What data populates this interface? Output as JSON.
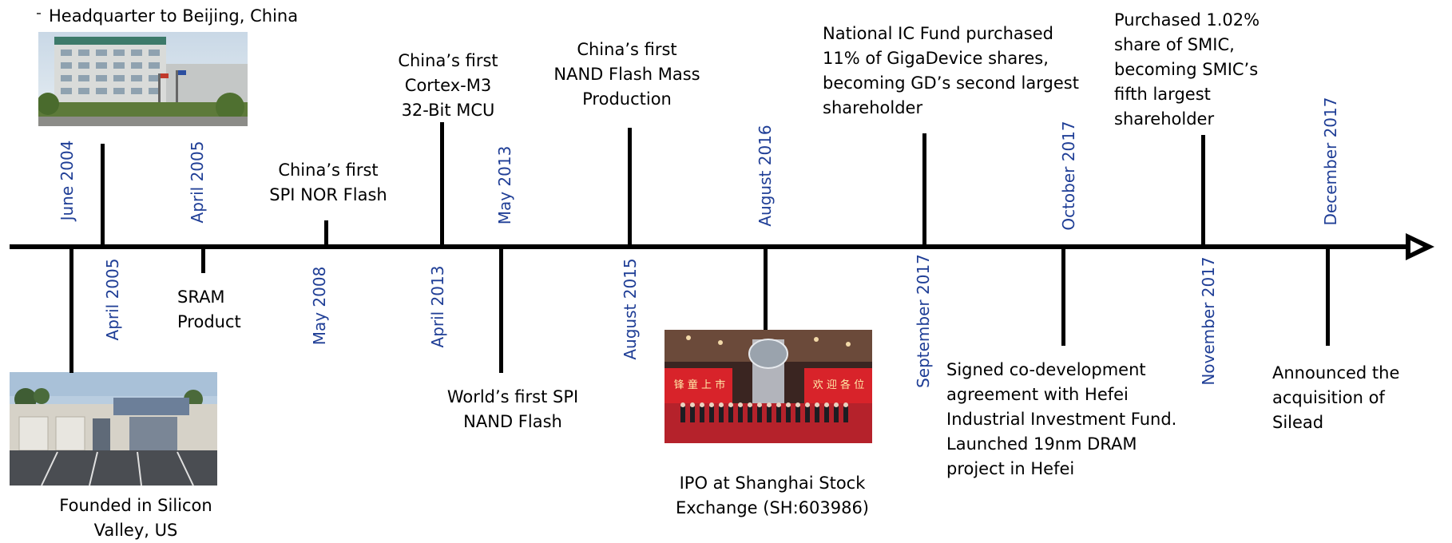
{
  "milestones": [
    {
      "date": "June 2004",
      "text": [
        "Founded in Silicon",
        "Valley, US"
      ]
    },
    {
      "date": "April 2005",
      "text": [
        "Headquarter to Beijing, China"
      ]
    },
    {
      "date": "April 2005",
      "text": [
        "SRAM",
        "Product"
      ]
    },
    {
      "date": "May 2008",
      "text": [
        "China’s first",
        "SPI NOR Flash"
      ]
    },
    {
      "date": "April 2013",
      "text": [
        "China’s first",
        "Cortex-M3",
        "32-Bit MCU"
      ]
    },
    {
      "date": "May 2013",
      "text": [
        "World’s first SPI",
        "NAND Flash"
      ]
    },
    {
      "date": "August 2015",
      "text": [
        "China’s first",
        "NAND Flash Mass",
        "Production"
      ]
    },
    {
      "date": "August 2016",
      "text": [
        "IPO at Shanghai Stock",
        "Exchange (SH:603986)"
      ]
    },
    {
      "date": "September 2017",
      "text": [
        "National IC Fund purchased",
        "11% of GigaDevice shares,",
        "becoming GD’s second largest",
        "shareholder"
      ]
    },
    {
      "date": "October 2017",
      "text": [
        "Signed co-development",
        "agreement with Hefei",
        "Industrial Investment Fund.",
        "Launched 19nm DRAM",
        "project in Hefei"
      ]
    },
    {
      "date": "November 2017",
      "text": [
        "Purchased 1.02%",
        "share of SMIC,",
        "becoming SMIC’s",
        "fifth largest",
        "shareholder"
      ]
    },
    {
      "date": "December 2017",
      "text": [
        "Announced the",
        "acquisition of",
        "Silead"
      ]
    }
  ],
  "photos": {
    "hq_building": "photo-beijing-headquarter",
    "sv_office": "photo-silicon-valley-office",
    "ipo_ceremony": "photo-ipo-ceremony",
    "ipo_banner_left": "锋 童 上 市",
    "ipo_banner_right": "欢 迎 各 位"
  },
  "colors": {
    "date_text": "#1f3e96",
    "axis": "#000000",
    "label_text": "#000000"
  }
}
